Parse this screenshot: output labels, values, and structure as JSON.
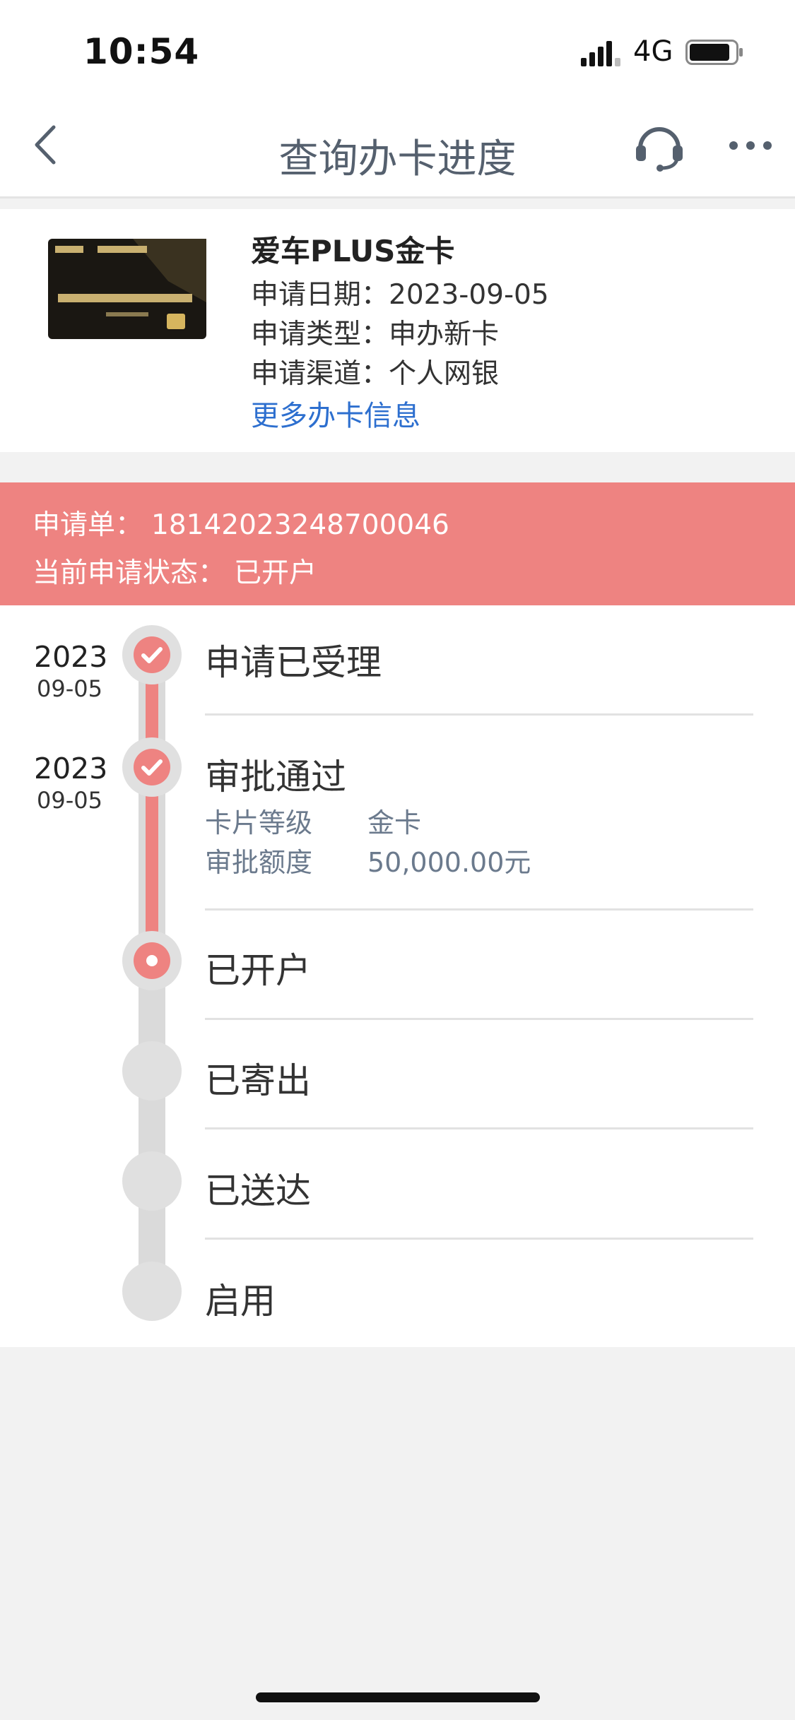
{
  "status_bar": {
    "time": "10:54",
    "network": "4G"
  },
  "nav": {
    "title": "查询办卡进度",
    "back_icon": "chevron-left-icon",
    "service_icon": "headset-icon",
    "more_icon": "more-dots-icon"
  },
  "card": {
    "name": "爱车PLUS金卡",
    "apply_date": "申请日期：2023-09-05",
    "apply_type": "申请类型：申办新卡",
    "apply_channel": "申请渠道：个人网银",
    "more_link": "更多办卡信息"
  },
  "banner": {
    "order_label": "申请单：",
    "order_no": "18142023248700046",
    "status_label": "当前申请状态：",
    "status": "已开户",
    "color": "#ee8381"
  },
  "timeline": [
    {
      "title": "申请已受理",
      "year": "2023",
      "day": "09-05",
      "state": "done"
    },
    {
      "title": "审批通过",
      "year": "2023",
      "day": "09-05",
      "state": "done",
      "details": [
        {
          "label": "卡片等级",
          "value": "金卡"
        },
        {
          "label": "审批额度",
          "value": "50,000.00元"
        }
      ]
    },
    {
      "title": "已开户",
      "state": "current"
    },
    {
      "title": "已寄出",
      "state": "pending"
    },
    {
      "title": "已送达",
      "state": "pending"
    },
    {
      "title": "启用",
      "state": "pending"
    }
  ]
}
